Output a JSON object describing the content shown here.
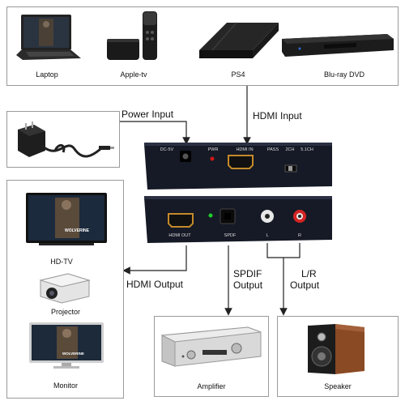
{
  "sources": [
    {
      "label": "Laptop"
    },
    {
      "label": "Apple-tv"
    },
    {
      "label": "PS4"
    },
    {
      "label": "Blu-ray DVD"
    }
  ],
  "power_input_label": "Power Input",
  "hdmi_input_label": "HDMI Input",
  "device_top": {
    "ports": [
      "DC-5V",
      "PWR",
      "HDMI IN",
      "PASS",
      "2CH",
      "5.1CH"
    ]
  },
  "device_bottom": {
    "ports": [
      "HDMI OUT",
      "SPDF",
      "L",
      "R"
    ]
  },
  "outputs": {
    "hdmi_output_label": "HDMI Output",
    "spdif_output_label_line1": "SPDIF",
    "spdif_output_label_line2": "Output",
    "lr_output_label_line1": "L/R",
    "lr_output_label_line2": "Output"
  },
  "displays": [
    {
      "label": "HD-TV",
      "screen_text": "WOLVERINE"
    },
    {
      "label": "Projector"
    },
    {
      "label": "Monitor",
      "screen_text": "WOLVERINE"
    }
  ],
  "audio": [
    {
      "label": "Amplifier"
    },
    {
      "label": "Speaker"
    }
  ]
}
